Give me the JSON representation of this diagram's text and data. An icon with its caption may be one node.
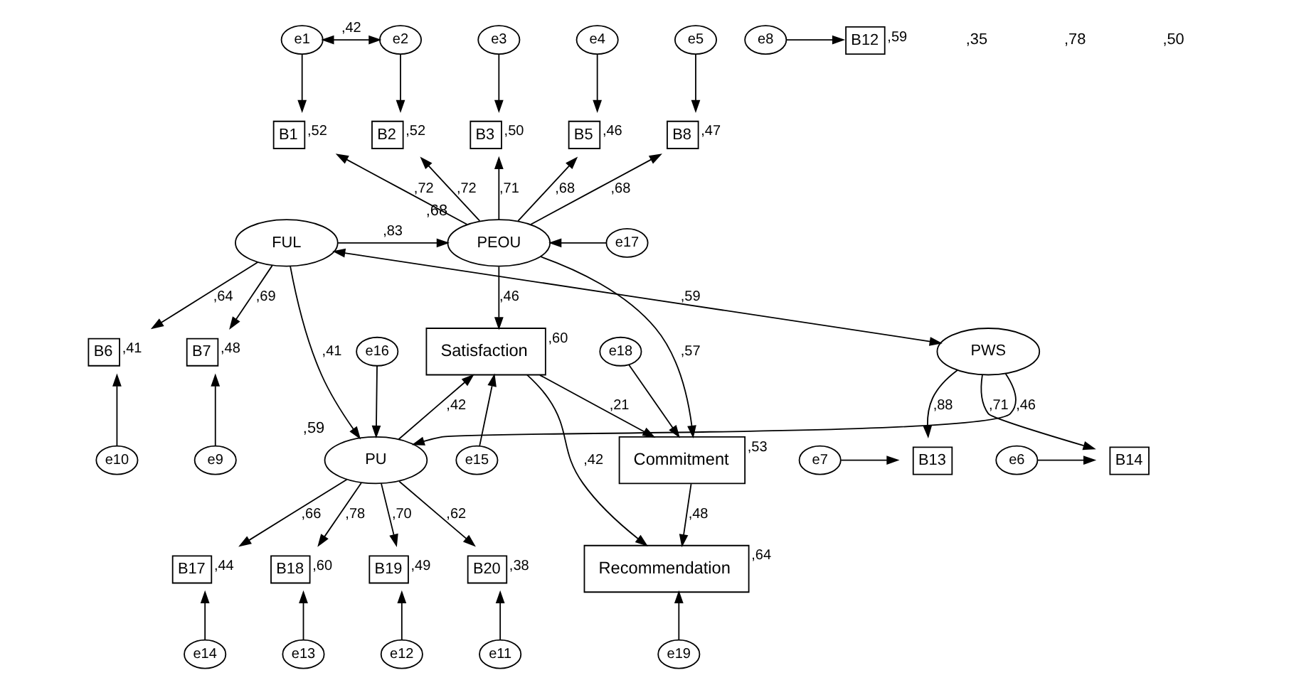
{
  "diagram": {
    "nodes": [
      {
        "text": [
          "e1"
        ]
      },
      {
        "text": [
          "e2"
        ]
      },
      {
        "text": [
          "e3"
        ]
      },
      {
        "text": [
          "e4"
        ]
      },
      {
        "text": [
          "e5"
        ]
      },
      {
        "text": [
          "B1"
        ],
        "beside": [
          ",52"
        ]
      },
      {
        "text": [
          "B2"
        ],
        "beside": [
          ",52"
        ]
      },
      {
        "text": [
          "B3"
        ],
        "beside": [
          ",50"
        ]
      },
      {
        "text": [
          "B5"
        ],
        "beside": [
          ",46"
        ]
      },
      {
        "text": [
          "B8"
        ],
        "beside": [
          ",47"
        ]
      },
      {
        "text": [
          "PEOU"
        ],
        "beside": [
          ",68"
        ]
      },
      {
        "text": [
          "e17"
        ]
      },
      {
        "text": [
          "FUL"
        ]
      },
      {
        "text": [
          "B6"
        ],
        "beside": [
          ",41"
        ]
      },
      {
        "text": [
          "B7"
        ],
        "beside": [
          ",48"
        ]
      },
      {
        "text": [
          "e10"
        ]
      },
      {
        "text": [
          "e9"
        ]
      },
      {
        "text": [
          "e18"
        ]
      },
      {
        "text": [
          "Commitment"
        ],
        "beside": [
          ",53"
        ]
      },
      {
        "text": [
          "Satisfaction"
        ],
        "beside": [
          ",60"
        ]
      },
      {
        "text": [
          "e8"
        ]
      },
      {
        "text": [
          "B12"
        ],
        "beside": [
          ",59"
        ]
      },
      {
        "text": [
          "e7"
        ]
      },
      {
        "text": [
          "B13"
        ]
      },
      {
        "text": [
          "PWS"
        ]
      },
      {
        "text": [
          "e6"
        ]
      },
      {
        "text": [
          "B14"
        ]
      },
      {
        "text": [
          "e15"
        ]
      },
      {
        "text": [
          "Recommendation"
        ],
        "beside": [
          ",64"
        ]
      },
      {
        "text": [
          "PU"
        ],
        "beside": [
          ",59"
        ]
      },
      {
        "text": [
          "e16"
        ]
      },
      {
        "text": [
          "e19"
        ]
      },
      {
        "text": [
          "B17"
        ],
        "beside": [
          ",44"
        ]
      },
      {
        "text": [
          "B18"
        ],
        "beside": [
          ",60"
        ]
      },
      {
        "text": [
          "B19"
        ],
        "beside": [
          ",49"
        ]
      },
      {
        "text": [
          "B20"
        ],
        "beside": [
          ",38"
        ]
      },
      {
        "text": [
          "e14"
        ]
      },
      {
        "text": [
          "e13"
        ]
      },
      {
        "text": [
          "e12"
        ]
      },
      {
        "text": [
          "e11"
        ]
      }
    ],
    "edges": [
      {
        "from": 0,
        "to": 1,
        "arrow": "both",
        "label": ",42"
      },
      {
        "from": 0,
        "to": 5,
        "arrow": "to"
      },
      {
        "from": 1,
        "to": 6,
        "arrow": "to"
      },
      {
        "from": 2,
        "to": 7,
        "arrow": "to"
      },
      {
        "from": 3,
        "to": 8,
        "arrow": "to"
      },
      {
        "from": 4,
        "to": 9,
        "arrow": "to"
      },
      {
        "from": 10,
        "to": 5,
        "arrow": "to",
        "label": ",72"
      },
      {
        "from": 10,
        "to": 6,
        "arrow": "to",
        "label": ",72"
      },
      {
        "from": 10,
        "to": 7,
        "arrow": "to",
        "label": ",71"
      },
      {
        "from": 10,
        "to": 8,
        "arrow": "to",
        "label": ",68"
      },
      {
        "from": 10,
        "to": 9,
        "arrow": "to",
        "label": ",68"
      },
      {
        "from": 12,
        "to": 10,
        "arrow": "to",
        "label": ",83"
      },
      {
        "from": 11,
        "to": 10,
        "arrow": "to"
      },
      {
        "from": 12,
        "to": 13,
        "arrow": "to",
        "label": ",64"
      },
      {
        "from": 12,
        "to": 14,
        "arrow": "to",
        "label": ",69"
      },
      {
        "from": 15,
        "to": 13,
        "arrow": "to"
      },
      {
        "from": 16,
        "to": 14,
        "arrow": "to"
      },
      {
        "from": 12,
        "to": 29,
        "arrow": "to",
        "label": ",41"
      },
      {
        "from": 12,
        "to": 24,
        "arrow": "both",
        "label": ",59"
      },
      {
        "from": 20,
        "to": 21,
        "arrow": "to"
      },
      {
        "from": 22,
        "to": 23,
        "arrow": "to"
      },
      {
        "from": 25,
        "to": 26,
        "arrow": "to"
      },
      {
        "from": 24,
        "to": 23,
        "arrow": "to",
        "label": ",88"
      },
      {
        "from": 24,
        "to": 26,
        "arrow": "to",
        "label": ",71"
      },
      {
        "from": 24,
        "to": 29,
        "arrow": "to",
        "label": ",46"
      },
      {
        "from": 10,
        "to": 19,
        "arrow": "to",
        "label": ",46"
      },
      {
        "from": 10,
        "to": 18,
        "arrow": "to",
        "label": ",57"
      },
      {
        "from": 29,
        "to": 19,
        "arrow": "to",
        "label": ",42"
      },
      {
        "from": 27,
        "to": 19,
        "arrow": "to"
      },
      {
        "from": 30,
        "to": 29,
        "arrow": "to"
      },
      {
        "from": 19,
        "to": 18,
        "arrow": "to",
        "label": ",21"
      },
      {
        "from": 19,
        "to": 28,
        "arrow": "to",
        "label": ",42"
      },
      {
        "from": 18,
        "to": 28,
        "arrow": "to",
        "label": ",48"
      },
      {
        "from": 17,
        "to": 18,
        "arrow": "to"
      },
      {
        "from": 31,
        "to": 28,
        "arrow": "to"
      },
      {
        "from": 29,
        "to": 32,
        "arrow": "to",
        "label": ",66"
      },
      {
        "from": 29,
        "to": 33,
        "arrow": "to",
        "label": ",78"
      },
      {
        "from": 29,
        "to": 34,
        "arrow": "to",
        "label": ",70"
      },
      {
        "from": 29,
        "to": 35,
        "arrow": "to",
        "label": ",62"
      },
      {
        "from": 36,
        "to": 32,
        "arrow": "to"
      },
      {
        "from": 37,
        "to": 33,
        "arrow": "to"
      },
      {
        "from": 38,
        "to": 34,
        "arrow": "to"
      },
      {
        "from": 39,
        "to": 35,
        "arrow": "to"
      }
    ],
    "labels": [
      ",35",
      ",78",
      ",50"
    ]
  }
}
